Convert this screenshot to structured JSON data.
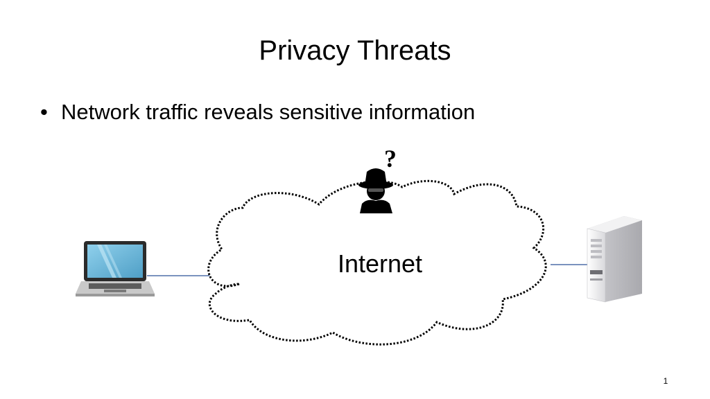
{
  "slide": {
    "title": "Privacy Threats",
    "bullets": [
      "Network traffic reveals sensitive information"
    ],
    "bullet_char": "•",
    "page_number": "1"
  },
  "diagram": {
    "cloud_label": "Internet",
    "eavesdropper_mark": "?",
    "nodes": [
      {
        "id": "client",
        "icon": "laptop-icon"
      },
      {
        "id": "network",
        "icon": "cloud-icon"
      },
      {
        "id": "attacker",
        "icon": "spy-icon"
      },
      {
        "id": "server",
        "icon": "server-tower-icon"
      }
    ],
    "links": [
      {
        "from": "client",
        "to": "network",
        "color": "#4f6fa8"
      },
      {
        "from": "network",
        "to": "server",
        "color": "#4f6fa8"
      }
    ],
    "colors": {
      "cloud_outline": "#000000",
      "link": "#4f6fa8",
      "laptop_screen": "#6fb6d8",
      "server_body": "#e8e8ea"
    }
  }
}
